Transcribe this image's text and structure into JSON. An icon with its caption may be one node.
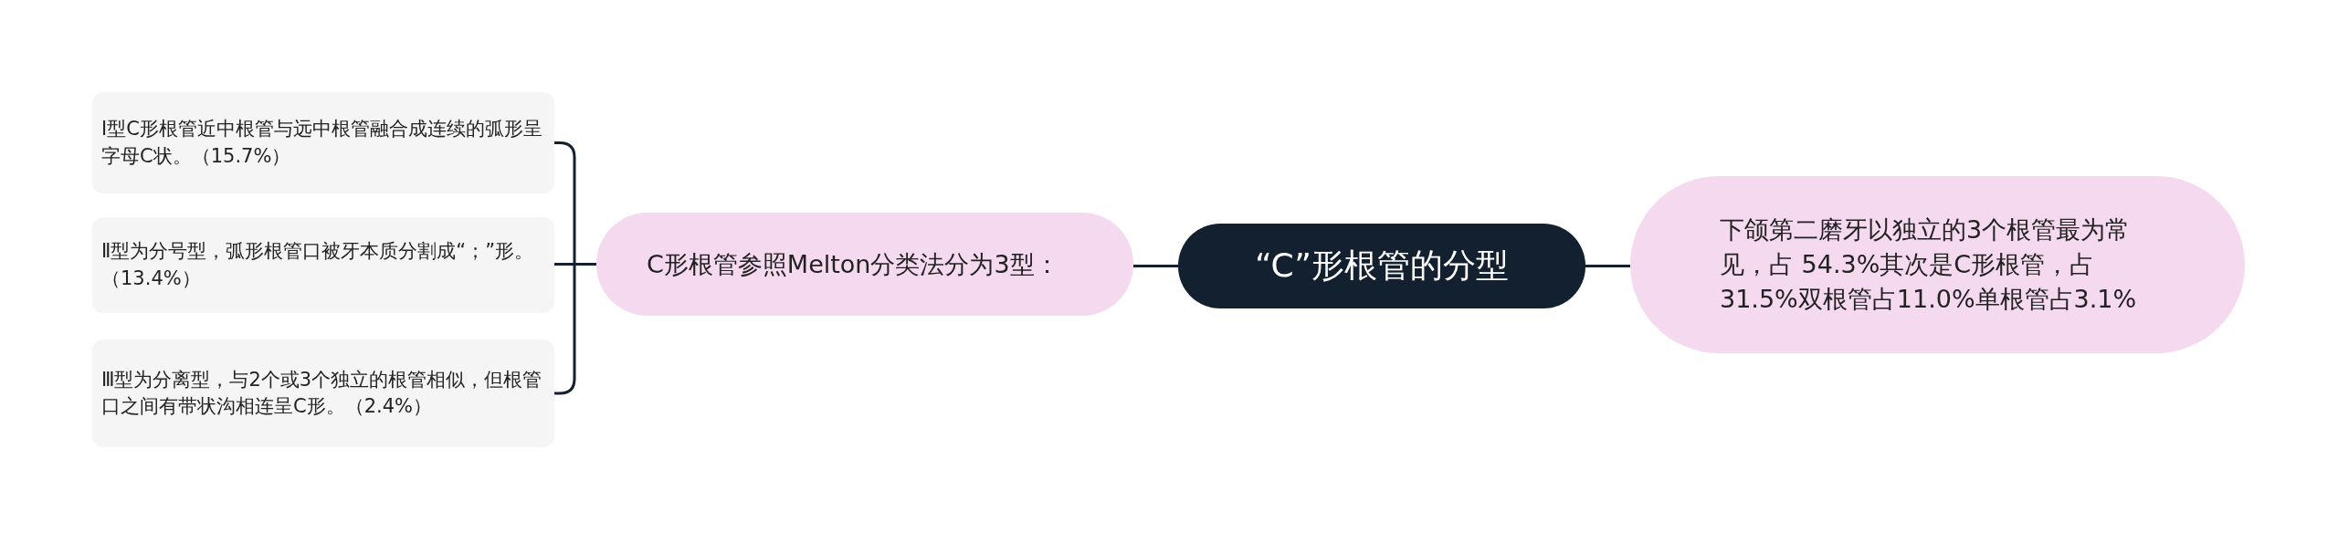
{
  "diagram": {
    "nodes": [
      {
        "text": [
          "“C”形根管的分型"
        ]
      },
      {
        "text": [
          "C形根管参照Melton分类法分为3型："
        ]
      },
      {
        "text": [
          "Ⅰ型C形根管近中根管与远中根管融合成连续的弧形呈字母C状。（15.7%）"
        ]
      },
      {
        "text": [
          "Ⅱ型为分号型，弧形根管口被牙本质分割成“；”形。（13.4%）"
        ]
      },
      {
        "text": [
          "Ⅲ型为分离型，与2个或3个独立的根管相似，但根管口之间有带状沟相连呈C形。（2.4%）"
        ]
      },
      {
        "text": [
          "下颌第二磨牙以独立的3个根管最为常见，占 54.3%其次是C形根管，占31.5%双根管占11.0%单根管占3.1%"
        ]
      }
    ],
    "edges": [
      {
        "from": 0,
        "to": 1,
        "arrow": "none"
      },
      {
        "from": 1,
        "to": 2,
        "arrow": "none"
      },
      {
        "from": 1,
        "to": 3,
        "arrow": "none"
      },
      {
        "from": 1,
        "to": 4,
        "arrow": "none"
      },
      {
        "from": 0,
        "to": 5,
        "arrow": "none"
      }
    ]
  }
}
